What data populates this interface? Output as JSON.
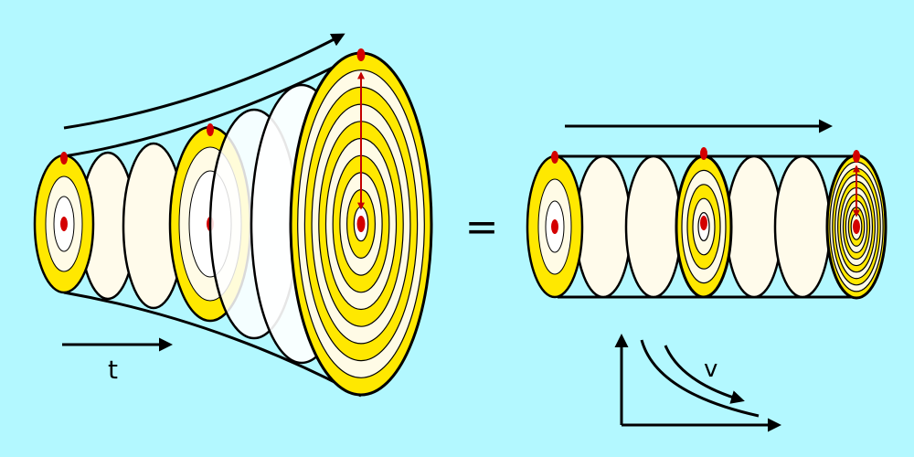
{
  "colors": {
    "background": "#b3f8ff",
    "stroke": "#000000",
    "disk_outer": "#ffe800",
    "disk_inner": "#fffbe6",
    "spacer": "#fffbeb",
    "marker": "#d40000",
    "radius_arrow": "#c40000"
  },
  "left_panel": {
    "time_label": "t",
    "description_icon": "expanding-cone-of-rings"
  },
  "center": {
    "equals_sign": "="
  },
  "right_panel": {
    "velocity_label": "v",
    "description_icon": "cylinder-of-compressed-rings"
  }
}
